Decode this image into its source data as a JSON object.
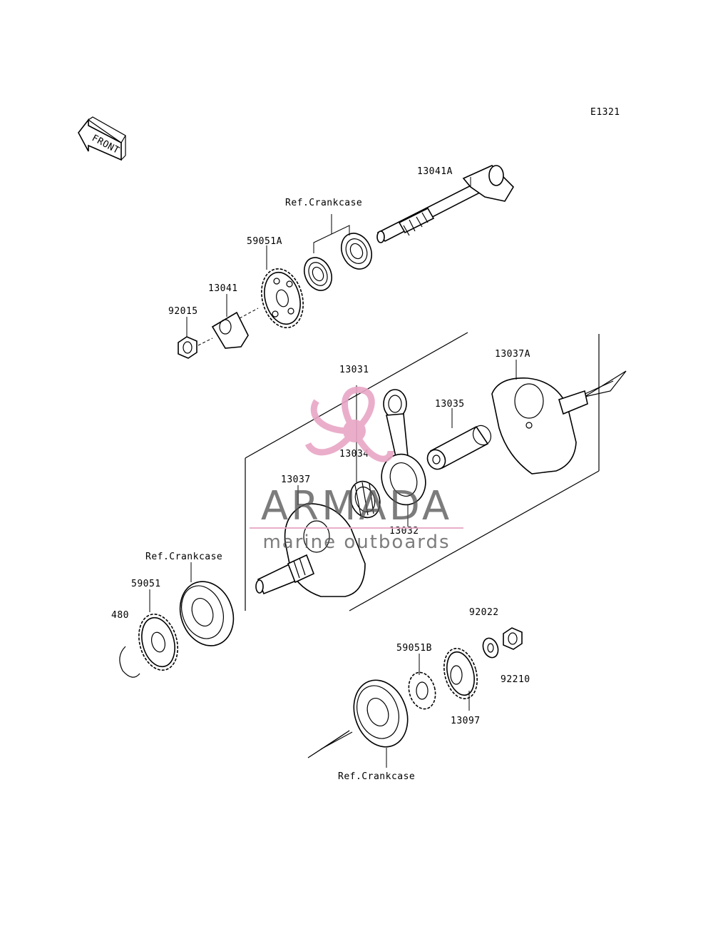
{
  "diagram_code": "E1321",
  "front_label": "FRONT",
  "parts": {
    "p13041A": "13041A",
    "refTop": "Ref.Crankcase",
    "p59051A": "59051A",
    "p13041": "13041",
    "p92015": "92015",
    "p13031": "13031",
    "p13037A": "13037A",
    "p13035": "13035",
    "p13034": "13034",
    "p13037": "13037",
    "p13032": "13032",
    "refLeft": "Ref.Crankcase",
    "p59051": "59051",
    "p480": "480",
    "p92022": "92022",
    "p59051B": "59051B",
    "p92210": "92210",
    "p13097": "13097",
    "refBottom": "Ref.Crankcase"
  },
  "watermark": {
    "brand": "ARMADA",
    "tagline": "marine outboards",
    "brand_color": "#e8a6c6",
    "text_color": "#555555"
  }
}
